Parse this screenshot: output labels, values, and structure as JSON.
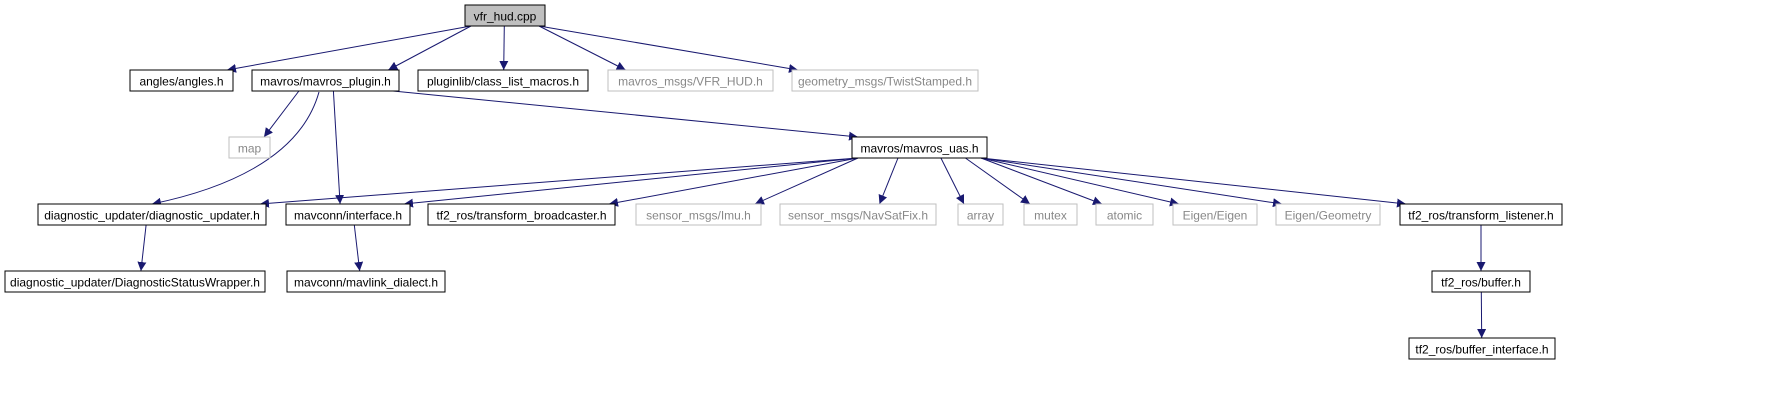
{
  "colors": {
    "root_fill": "#bfbfbf",
    "documented_border": "#000000",
    "external_border": "#bfbfbf",
    "edge": "#191970",
    "text_documented": "#000000",
    "text_external": "#888888"
  },
  "nodes": [
    {
      "id": "vfr_hud",
      "label": "vfr_hud.cpp",
      "kind": "root"
    },
    {
      "id": "angles",
      "label": "angles/angles.h",
      "kind": "documented"
    },
    {
      "id": "mavros_plugin",
      "label": "mavros/mavros_plugin.h",
      "kind": "documented"
    },
    {
      "id": "class_list_macros",
      "label": "pluginlib/class_list_macros.h",
      "kind": "documented"
    },
    {
      "id": "vfr_hud_msg",
      "label": "mavros_msgs/VFR_HUD.h",
      "kind": "external"
    },
    {
      "id": "twist_stamped",
      "label": "geometry_msgs/TwistStamped.h",
      "kind": "external"
    },
    {
      "id": "map",
      "label": "map",
      "kind": "external"
    },
    {
      "id": "mavros_uas",
      "label": "mavros/mavros_uas.h",
      "kind": "documented"
    },
    {
      "id": "diagnostic_updater",
      "label": "diagnostic_updater/diagnostic_updater.h",
      "kind": "documented"
    },
    {
      "id": "interface",
      "label": "mavconn/interface.h",
      "kind": "documented"
    },
    {
      "id": "transform_broadcaster",
      "label": "tf2_ros/transform_broadcaster.h",
      "kind": "documented"
    },
    {
      "id": "imu",
      "label": "sensor_msgs/Imu.h",
      "kind": "external"
    },
    {
      "id": "navsatfix",
      "label": "sensor_msgs/NavSatFix.h",
      "kind": "external"
    },
    {
      "id": "array",
      "label": "array",
      "kind": "external"
    },
    {
      "id": "mutex",
      "label": "mutex",
      "kind": "external"
    },
    {
      "id": "atomic",
      "label": "atomic",
      "kind": "external"
    },
    {
      "id": "eigen",
      "label": "Eigen/Eigen",
      "kind": "external"
    },
    {
      "id": "eigen_geometry",
      "label": "Eigen/Geometry",
      "kind": "external"
    },
    {
      "id": "transform_listener",
      "label": "tf2_ros/transform_listener.h",
      "kind": "documented"
    },
    {
      "id": "diag_status_wrapper",
      "label": "diagnostic_updater/DiagnosticStatusWrapper.h",
      "kind": "documented"
    },
    {
      "id": "mavlink_dialect",
      "label": "mavconn/mavlink_dialect.h",
      "kind": "documented"
    },
    {
      "id": "buffer",
      "label": "tf2_ros/buffer.h",
      "kind": "documented"
    },
    {
      "id": "buffer_interface",
      "label": "tf2_ros/buffer_interface.h",
      "kind": "documented"
    }
  ],
  "edges": [
    {
      "from": "vfr_hud",
      "to": "angles"
    },
    {
      "from": "vfr_hud",
      "to": "mavros_plugin"
    },
    {
      "from": "vfr_hud",
      "to": "class_list_macros"
    },
    {
      "from": "vfr_hud",
      "to": "vfr_hud_msg"
    },
    {
      "from": "vfr_hud",
      "to": "twist_stamped"
    },
    {
      "from": "mavros_plugin",
      "to": "map"
    },
    {
      "from": "mavros_plugin",
      "to": "diagnostic_updater"
    },
    {
      "from": "mavros_plugin",
      "to": "interface"
    },
    {
      "from": "mavros_plugin",
      "to": "mavros_uas"
    },
    {
      "from": "mavros_uas",
      "to": "diagnostic_updater"
    },
    {
      "from": "mavros_uas",
      "to": "interface"
    },
    {
      "from": "mavros_uas",
      "to": "transform_broadcaster"
    },
    {
      "from": "mavros_uas",
      "to": "imu"
    },
    {
      "from": "mavros_uas",
      "to": "navsatfix"
    },
    {
      "from": "mavros_uas",
      "to": "array"
    },
    {
      "from": "mavros_uas",
      "to": "mutex"
    },
    {
      "from": "mavros_uas",
      "to": "atomic"
    },
    {
      "from": "mavros_uas",
      "to": "eigen"
    },
    {
      "from": "mavros_uas",
      "to": "eigen_geometry"
    },
    {
      "from": "mavros_uas",
      "to": "transform_listener"
    },
    {
      "from": "diagnostic_updater",
      "to": "diag_status_wrapper"
    },
    {
      "from": "interface",
      "to": "mavlink_dialect"
    },
    {
      "from": "transform_listener",
      "to": "buffer"
    },
    {
      "from": "buffer",
      "to": "buffer_interface"
    }
  ]
}
